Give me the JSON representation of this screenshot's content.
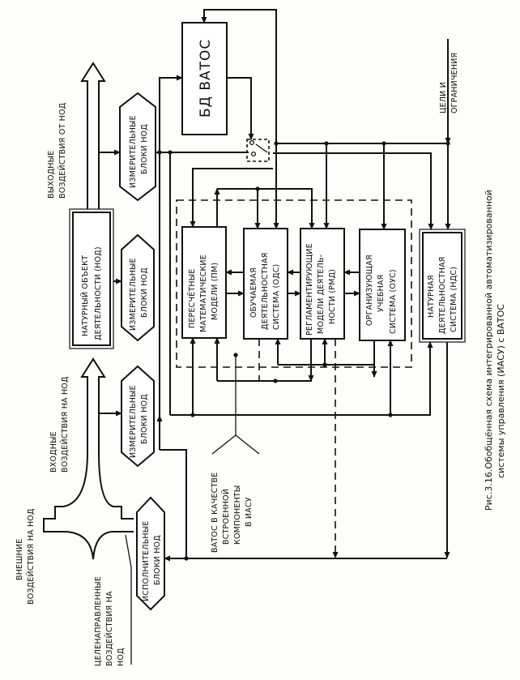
{
  "figure": {
    "caption_line1": "Рис.3.16.Обобщённая схема интегрированной автоматизированной",
    "caption_line2": "системы управления (ИАСУ) с ВАТОС"
  },
  "blocks": {
    "bd_vatos": "БД ВАТОС",
    "nod": [
      "НАТУРНЫЙ   ОБЪЕКТ",
      "ДЕЯТЕЛЬНОСТИ (НОД)"
    ],
    "pm": [
      "ПЕРЕСЧЁТНЫЕ",
      "МАТЕМАТИЧЕСКИЕ",
      "МОДЕЛИ (ПМ)"
    ],
    "ods": [
      "ОБУЧАЕМАЯ",
      "ДЕЯТЕЛЬНОСТНАЯ",
      "СИСТЕМА (ОДС)"
    ],
    "rmd": [
      "РЕГЛАМЕНТИРУЮЩИЕ",
      "МОДЕЛИ ДЕЯТЕЛЬ-",
      "НОСТИ (РМД)"
    ],
    "ous": [
      "ОРГАНИЗУЮЩАЯ",
      "УЧЕБНАЯ",
      "СИСТЕМА  (ОУС)"
    ],
    "nds": [
      "НАТУРНАЯ",
      "ДЕЯТЕЛЬНОСТНАЯ",
      "СИСТЕМА (НДС)"
    ]
  },
  "hex_blocks": {
    "measure_top": [
      "ИЗМЕРИТЕЛЬНЫЕ",
      "БЛОКИ НОД"
    ],
    "measure_mid": [
      "ИЗМЕРИТЕЛЬНЫЕ",
      "БЛОКИ НОД"
    ],
    "measure_bottom": [
      "ИЗМЕРИТЕЛЬНЫЕ",
      "БЛОКИ НОД"
    ],
    "actuators": [
      "ИСПОЛНИТЕЛЬНЫЕ",
      "БЛОКИ НОД"
    ]
  },
  "labels": {
    "outputs": [
      "ВЫХОДНЫЕ",
      "ВОЗДЕЙСТВИЯ ОТ НОД"
    ],
    "inputs": [
      "ВХОДНЫЕ",
      "ВОЗДЕЙСТВИЯ НА НОД"
    ],
    "external": [
      "ВНЕШНИЕ",
      "ВОЗДЕЙСТВИЯ НА НОД"
    ],
    "targeted": [
      "ЦЕЛЕНАПРАВЛЕННЫЕ",
      "ВОЗДЕЙСТВИЯ НА",
      "НОД"
    ],
    "goals": [
      "ЦЕЛИ И",
      "ОГРАНИЧЕНИЯ"
    ],
    "vatos_embedded": [
      "ВАТОС В КАЧЕСТВЕ",
      "ВСТРОЕННОЙ",
      "КОМПОНЕНТЫ",
      "В ИАСУ"
    ]
  },
  "icons": {
    "switch": "switch-icon",
    "arrow": "arrow-head-icon",
    "junction": "junction-dot-icon"
  }
}
